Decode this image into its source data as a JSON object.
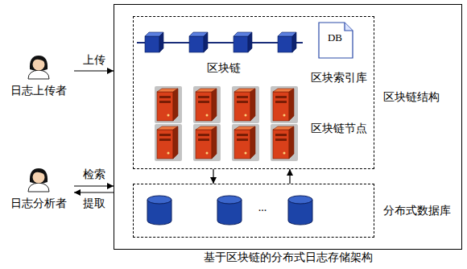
{
  "diagram": {
    "nodes": [
      {
        "text": [
          "日志上传者"
        ]
      },
      {
        "text": [
          "日志分析者"
        ]
      },
      {
        "text": [
          "基于区块链的分布式日志存储架构"
        ]
      },
      {
        "text": [
          "区块链结构"
        ],
        "in": 2
      },
      {
        "text": [
          "分布式数据库"
        ],
        "in": 2
      }
    ],
    "edges": [
      {
        "from": 0,
        "to": 2,
        "label": "上传",
        "arrow": "to"
      },
      {
        "from": 1,
        "to": 2,
        "label": "检索",
        "arrow": "to"
      },
      {
        "from": 2,
        "to": 1,
        "label": "提取",
        "arrow": "to"
      },
      {
        "from": 3,
        "to": 4,
        "arrow": "to"
      },
      {
        "from": 4,
        "to": 3,
        "arrow": "to"
      }
    ],
    "labels": [
      "区块链",
      "DB",
      "区块索引库",
      "区块链节点",
      "..."
    ]
  }
}
